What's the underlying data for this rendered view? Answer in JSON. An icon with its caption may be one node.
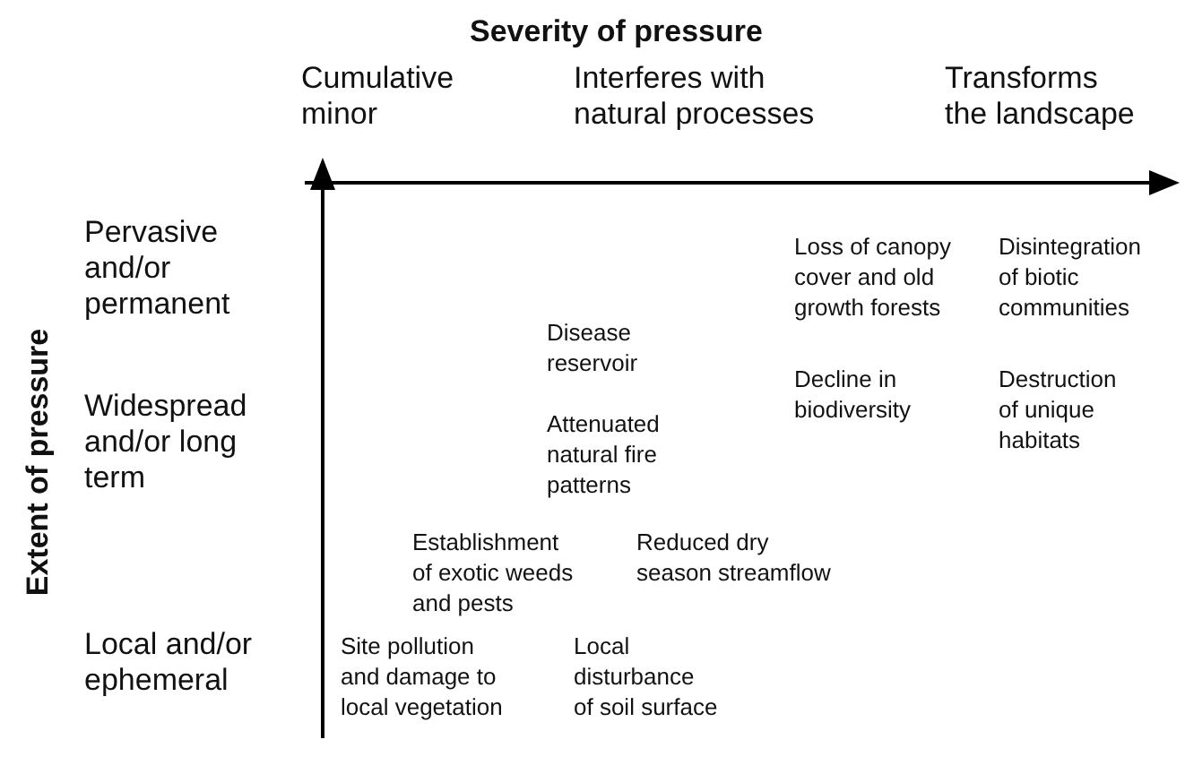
{
  "diagram": {
    "labels": [
      "Severity of pressure",
      "Cumulative minor",
      "Interferes with natural processes",
      "Transforms the landscape",
      "Extent of pressure",
      "Pervasive and/or permanent",
      "Loss of canopy cover and old growth forests",
      "Disintegration of biotic communities",
      "Disease reservoir",
      "Widespread and/or long term",
      "Attenuated natural fire patterns",
      "Decline in biodiversity",
      "Destruction of unique habitats",
      "Establishment of exotic weeds and pests",
      "Reduced dry season streamflow",
      "Local and/or ephemeral",
      "Site pollution and damage to local vegetation",
      "Local disturbance of soil surface"
    ]
  }
}
